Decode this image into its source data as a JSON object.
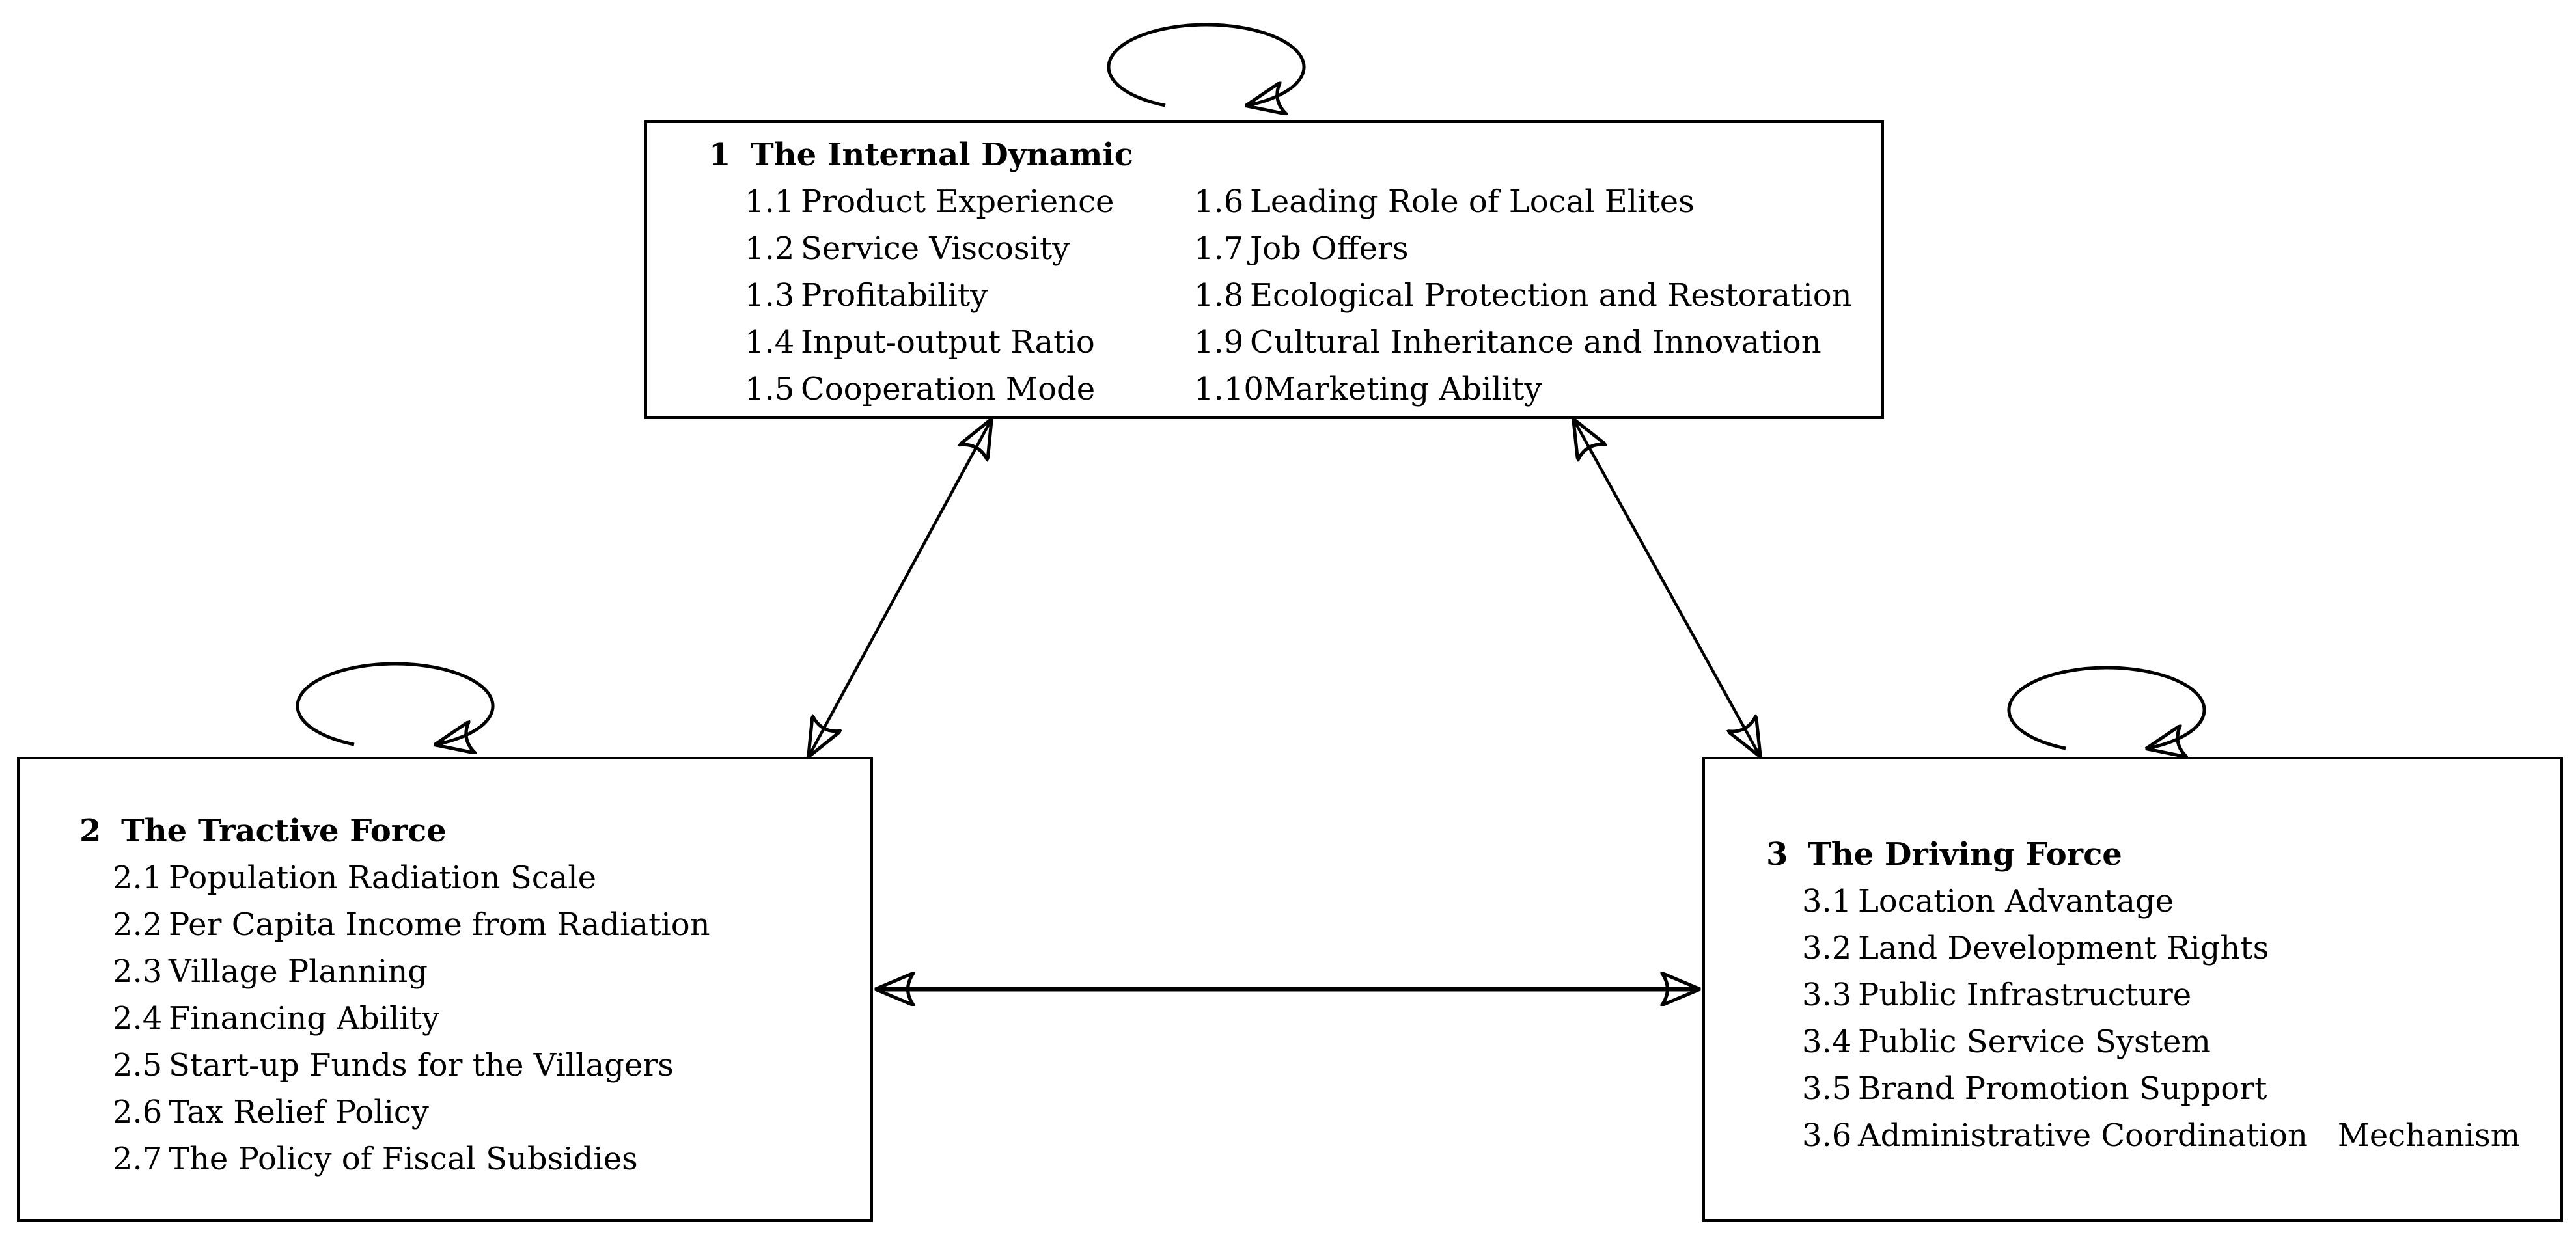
{
  "diagram": {
    "colors": {
      "ink": "#000000",
      "background": "#ffffff"
    },
    "boxes": [
      {
        "id": "internal-dynamic",
        "number": "1",
        "title": "The Internal Dynamic",
        "columns": [
          [
            {
              "num": "1.1",
              "label": "Product Experience"
            },
            {
              "num": "1.2",
              "label": "Service Viscosity"
            },
            {
              "num": "1.3",
              "label": "Profitability"
            },
            {
              "num": "1.4",
              "label": "Input-output Ratio"
            },
            {
              "num": "1.5",
              "label": "Cooperation Mode"
            }
          ],
          [
            {
              "num": "1.6",
              "label": "Leading Role of Local Elites"
            },
            {
              "num": "1.7",
              "label": "Job Offers"
            },
            {
              "num": "1.8",
              "label": "Ecological Protection and Restoration"
            },
            {
              "num": "1.9",
              "label": "Cultural Inheritance and Innovation"
            },
            {
              "num": "1.10",
              "label": "Marketing Ability"
            }
          ]
        ]
      },
      {
        "id": "tractive-force",
        "number": "2",
        "title": "The Tractive Force",
        "columns": [
          [
            {
              "num": "2.1",
              "label": "Population Radiation Scale"
            },
            {
              "num": "2.2",
              "label": "Per Capita Income from Radiation"
            },
            {
              "num": "2.3",
              "label": "Village Planning"
            },
            {
              "num": "2.4",
              "label": "Financing Ability"
            },
            {
              "num": "2.5",
              "label": "Start-up Funds for the Villagers"
            },
            {
              "num": "2.6",
              "label": "Tax Relief Policy"
            },
            {
              "num": "2.7",
              "label": "The Policy of Fiscal Subsidies"
            }
          ]
        ]
      },
      {
        "id": "driving-force",
        "number": "3",
        "title": "The Driving Force",
        "columns": [
          [
            {
              "num": "3.1",
              "label": "Location Advantage"
            },
            {
              "num": "3.2",
              "label": "Land Development Rights"
            },
            {
              "num": "3.3",
              "label": "Public Infrastructure"
            },
            {
              "num": "3.4",
              "label": "Public Service System"
            },
            {
              "num": "3.5",
              "label": "Brand Promotion Support"
            },
            {
              "num": "3.6",
              "label": "Administrative Coordination   Mechanism"
            }
          ]
        ]
      }
    ],
    "connectors": [
      {
        "type": "self-loop",
        "on": "internal-dynamic"
      },
      {
        "type": "self-loop",
        "on": "tractive-force"
      },
      {
        "type": "self-loop",
        "on": "driving-force"
      },
      {
        "type": "double-arrow",
        "between": [
          "internal-dynamic",
          "tractive-force"
        ]
      },
      {
        "type": "double-arrow",
        "between": [
          "internal-dynamic",
          "driving-force"
        ]
      },
      {
        "type": "double-arrow",
        "between": [
          "tractive-force",
          "driving-force"
        ]
      }
    ]
  }
}
